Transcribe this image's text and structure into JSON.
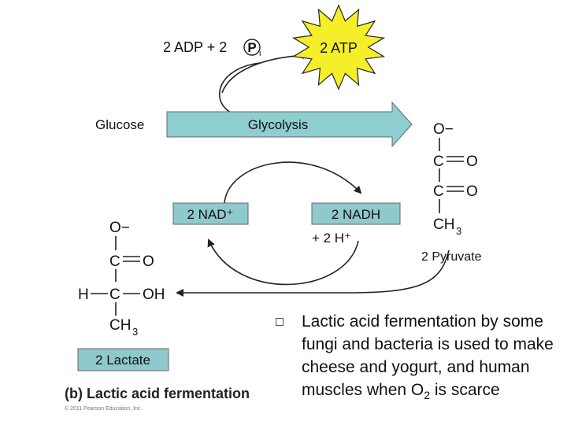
{
  "reactants": {
    "adp": "2 ADP + 2",
    "p": "P",
    "p_sub": "i"
  },
  "atp": "2 ATP",
  "glucose": "Glucose",
  "glycolysis": "Glycolysis",
  "nad": "2 NAD⁺",
  "nadh": "2 NADH",
  "h_ions": "+ 2 H⁺",
  "pyruvate_label": "2 Pyruvate",
  "lactate_label": "2 Lactate",
  "caption": "(b) Lactic acid fermentation",
  "copyright": "© 2011 Pearson Education, Inc.",
  "bullet": {
    "before": "Lactic acid fermentation by some fungi and bacteria is used to make cheese and yogurt, and human muscles when O",
    "sub": "2",
    "after": " is scarce"
  },
  "pyruvate": {
    "o_minus": "O−",
    "c1": "C",
    "o1": "O",
    "c2": "C",
    "o2": "O",
    "ch3": "CH",
    "ch3_sub": "3"
  },
  "lactate": {
    "o_minus": "O−",
    "c1": "C",
    "o1": "O",
    "h": "H",
    "c2": "C",
    "oh": "OH",
    "ch3": "CH",
    "ch3_sub": "3"
  },
  "colors": {
    "arrow_fill": "#8ecdd0",
    "starburst_fill": "#f5ef2a",
    "box_fill": "#8fc9cc",
    "line": "#222222"
  }
}
